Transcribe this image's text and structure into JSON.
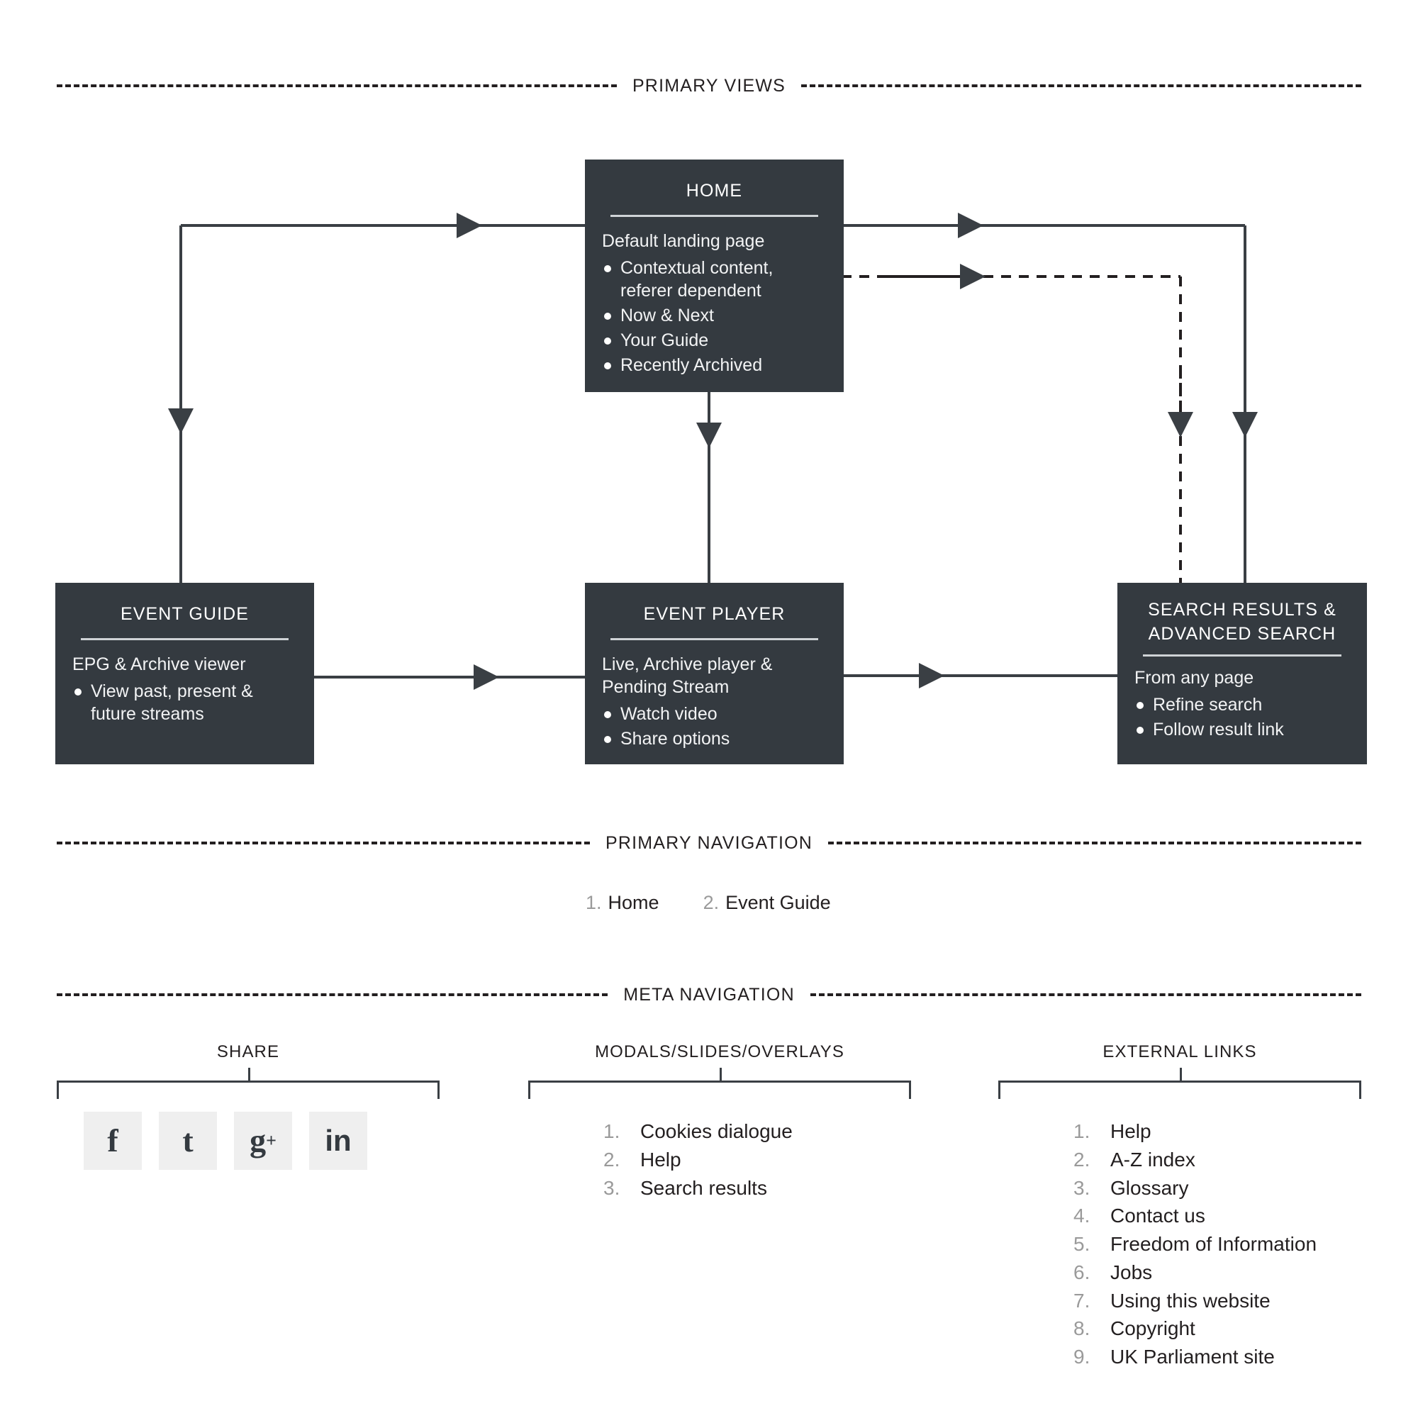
{
  "sections": {
    "primary_views": "PRIMARY VIEWS",
    "primary_navigation": "PRIMARY NAVIGATION",
    "meta_navigation": "META NAVIGATION"
  },
  "nodes": {
    "home": {
      "title": "HOME",
      "lead": "Default landing page",
      "items": [
        "Contextual content, referer dependent",
        "Now & Next",
        "Your Guide",
        "Recently Archived"
      ]
    },
    "event_guide": {
      "title": "EVENT GUIDE",
      "lead": "EPG & Archive viewer",
      "items": [
        "View past, present & future streams"
      ]
    },
    "event_player": {
      "title": "EVENT PLAYER",
      "lead": "Live, Archive player & Pending Stream",
      "items": [
        "Watch video",
        "Share options"
      ]
    },
    "search_results": {
      "title_line1": "SEARCH RESULTS &",
      "title_line2": "ADVANCED SEARCH",
      "lead": "From any page",
      "items": [
        "Refine search",
        "Follow result link"
      ]
    }
  },
  "primary_nav": {
    "items": [
      {
        "num": "1.",
        "label": "Home"
      },
      {
        "num": "2.",
        "label": "Event Guide"
      }
    ]
  },
  "meta_nav": {
    "share": {
      "title": "SHARE",
      "icons": [
        {
          "name": "facebook-icon",
          "glyph": "f"
        },
        {
          "name": "tumblr-icon",
          "glyph": "t"
        },
        {
          "name": "google-plus-icon",
          "glyph": "g"
        },
        {
          "name": "linkedin-icon",
          "glyph": "in"
        }
      ]
    },
    "modals": {
      "title": "MODALS/SLIDES/OVERLAYS",
      "items": [
        {
          "num": "1.",
          "label": "Cookies dialogue"
        },
        {
          "num": "2.",
          "label": "Help"
        },
        {
          "num": "3.",
          "label": "Search results"
        }
      ]
    },
    "external": {
      "title": "EXTERNAL LINKS",
      "items": [
        {
          "num": "1.",
          "label": "Help"
        },
        {
          "num": "2.",
          "label": "A-Z index"
        },
        {
          "num": "3.",
          "label": "Glossary"
        },
        {
          "num": "4.",
          "label": "Contact us"
        },
        {
          "num": "5.",
          "label": "Freedom of Information"
        },
        {
          "num": "6.",
          "label": "Jobs"
        },
        {
          "num": "7.",
          "label": "Using this website"
        },
        {
          "num": "8.",
          "label": "Copyright"
        },
        {
          "num": "9.",
          "label": "UK Parliament site"
        }
      ]
    }
  },
  "colors": {
    "node_background": "#343a40",
    "page_background": "#ffffff",
    "line": "#3a3f44",
    "muted_text": "#9a9a9a",
    "tile_background": "#efefef"
  }
}
